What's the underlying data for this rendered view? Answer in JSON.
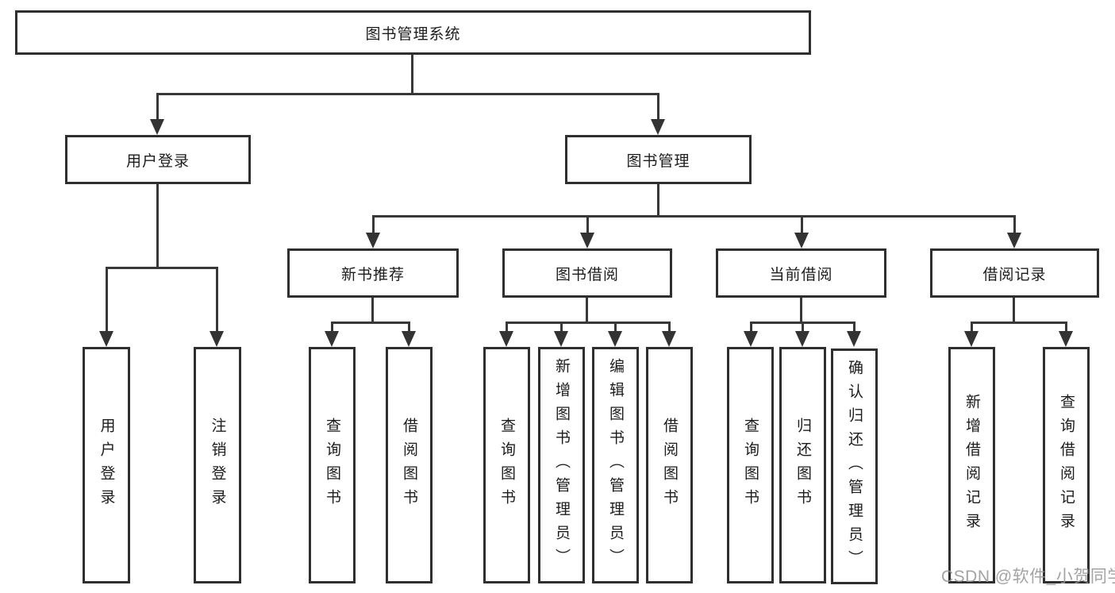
{
  "tree": {
    "root": "图书管理系统",
    "children": [
      {
        "label": "用户登录",
        "children": [
          "用户登录",
          "注销登录"
        ]
      },
      {
        "label": "图书管理",
        "children": [
          {
            "label": "新书推荐",
            "children": [
              "查询图书",
              "借阅图书"
            ]
          },
          {
            "label": "图书借阅",
            "children": [
              "查询图书",
              "新增图书（管理员）",
              "编辑图书（管理员）",
              "借阅图书"
            ]
          },
          {
            "label": "当前借阅",
            "children": [
              "查询图书",
              "归还图书",
              "确认归还（管理员）"
            ]
          },
          {
            "label": "借阅记录",
            "children": [
              "新增借阅记录",
              "查询借阅记录"
            ]
          }
        ]
      }
    ]
  },
  "watermark": "CSDN @软件_小贺同学",
  "colors": {
    "line": "#383838",
    "border": "#2f2f2f",
    "text": "#1c1c1c",
    "watermark": "#969696"
  }
}
